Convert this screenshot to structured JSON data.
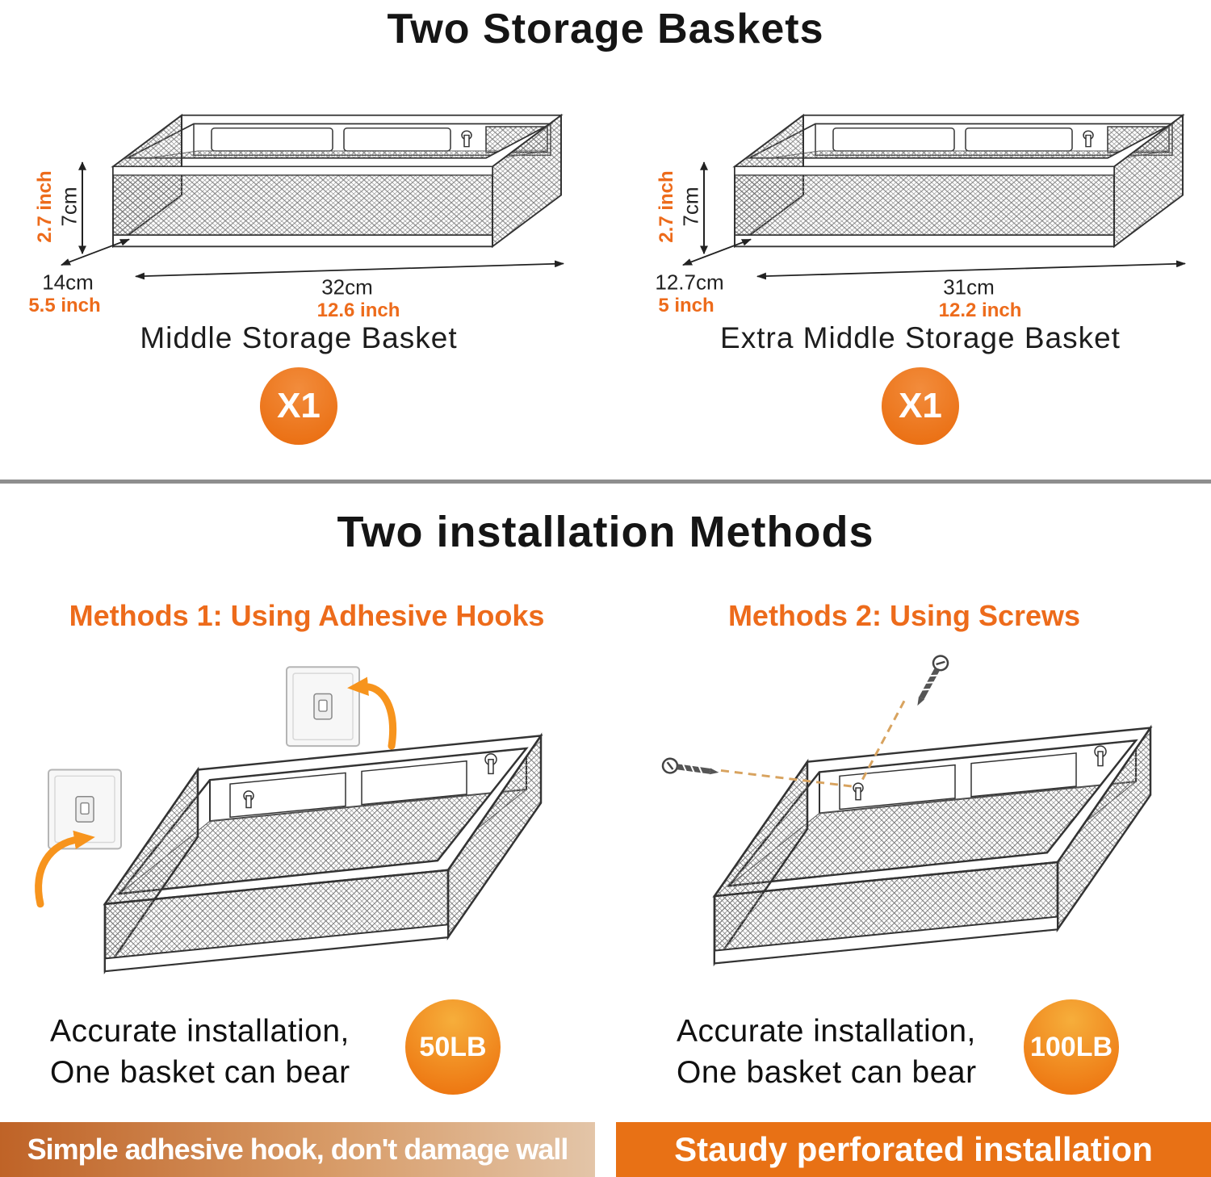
{
  "colors": {
    "accent_orange": "#ED6B1B",
    "badge_orange": "#E96A0B",
    "banner_right_bg": "#E87115",
    "divider_gray": "#8E8E8E"
  },
  "top_section": {
    "title": "Two Storage Baskets",
    "baskets": [
      {
        "name": "Middle Storage Basket",
        "qty": "X1",
        "height_cm": "7cm",
        "height_in": "2.7 inch",
        "depth_cm": "14cm",
        "depth_in": "5.5 inch",
        "width_cm": "32cm",
        "width_in": "12.6 inch"
      },
      {
        "name": "Extra Middle Storage Basket",
        "qty": "X1",
        "height_cm": "7cm",
        "height_in": "2.7 inch",
        "depth_cm": "12.7cm",
        "depth_in": "5 inch",
        "width_cm": "31cm",
        "width_in": "12.2 inch"
      }
    ]
  },
  "bottom_section": {
    "title": "Two installation Methods",
    "methods": [
      {
        "heading": "Methods 1: Using Adhesive Hooks",
        "line1": "Accurate installation,",
        "line2": "One basket can bear",
        "capacity": "50LB",
        "banner": "Simple adhesive hook, don't damage wall"
      },
      {
        "heading": "Methods 2: Using Screws",
        "line1": "Accurate installation,",
        "line2": "One basket can bear",
        "capacity": "100LB",
        "banner": "Staudy perforated installation"
      }
    ]
  }
}
